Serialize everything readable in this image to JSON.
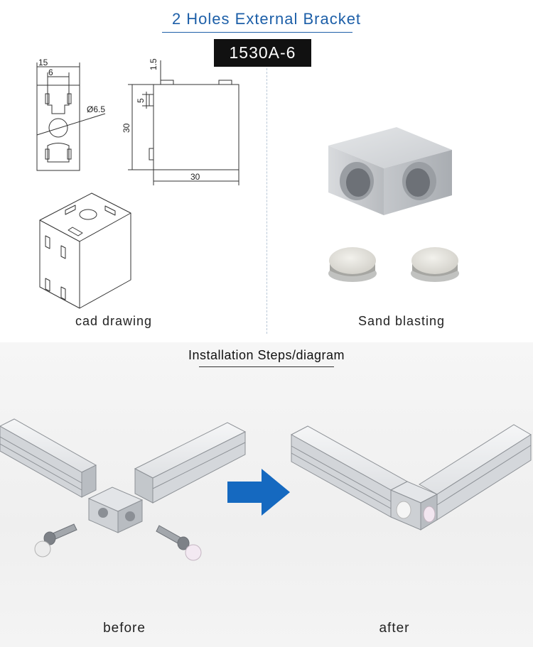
{
  "header": {
    "title": "2 Holes External Bracket",
    "model": "1530A-6"
  },
  "cad": {
    "dimensions": {
      "width_top": "15",
      "inner_width": "6",
      "hole_diameter": "Ø6.5",
      "top_offset": "1.5",
      "slot_offset": "5",
      "height": "30",
      "length": "30"
    },
    "caption": "cad drawing"
  },
  "photo": {
    "caption": "Sand blasting"
  },
  "installation": {
    "title": "Installation Steps/diagram",
    "before_label": "before",
    "after_label": "after"
  },
  "colors": {
    "title_blue": "#1d5fa8",
    "arrow_blue": "#1569c0",
    "badge_bg": "#111111"
  }
}
